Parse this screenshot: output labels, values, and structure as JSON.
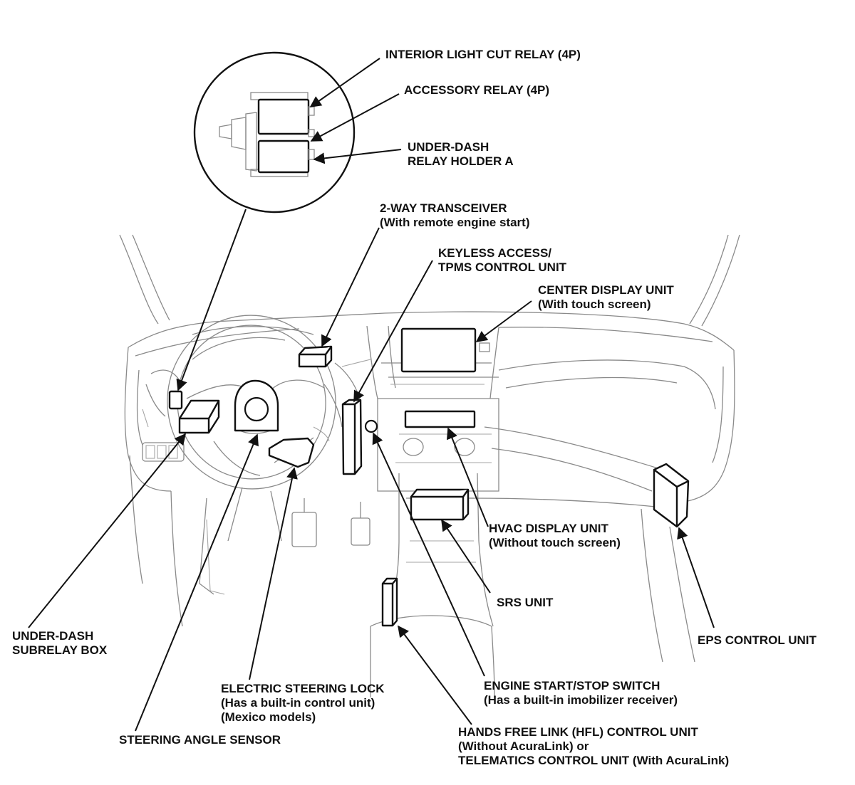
{
  "labels": {
    "interior_light_cut_relay": "INTERIOR LIGHT CUT RELAY (4P)",
    "accessory_relay": "ACCESSORY RELAY (4P)",
    "under_dash_relay_holder": [
      "UNDER-DASH",
      "RELAY HOLDER A"
    ],
    "two_way_transceiver": [
      "2-WAY TRANSCEIVER",
      "(With remote engine start)"
    ],
    "keyless_access": [
      "KEYLESS ACCESS/",
      "TPMS CONTROL UNIT"
    ],
    "center_display_unit": [
      "CENTER DISPLAY UNIT",
      "(With touch screen)"
    ],
    "hvac_display_unit": [
      "HVAC DISPLAY UNIT",
      "(Without touch screen)"
    ],
    "srs_unit": "SRS UNIT",
    "eps_control_unit": "EPS CONTROL UNIT",
    "under_dash_subrelay_box": [
      "UNDER-DASH",
      "SUBRELAY BOX"
    ],
    "electric_steering_lock": [
      "ELECTRIC STEERING LOCK",
      "(Has a built-in control unit)",
      "(Mexico models)"
    ],
    "steering_angle_sensor": "STEERING ANGLE SENSOR",
    "engine_start_stop_switch": [
      "ENGINE START/STOP SWITCH",
      "(Has a built-in imobilizer receiver)"
    ],
    "hands_free_link": [
      "HANDS FREE LINK (HFL) CONTROL UNIT",
      "(Without AcuraLink) or",
      "TELEMATICS CONTROL UNIT (With AcuraLink)"
    ]
  },
  "colors": {
    "ink": "#111111",
    "background_lines": "#8a8a8a"
  }
}
